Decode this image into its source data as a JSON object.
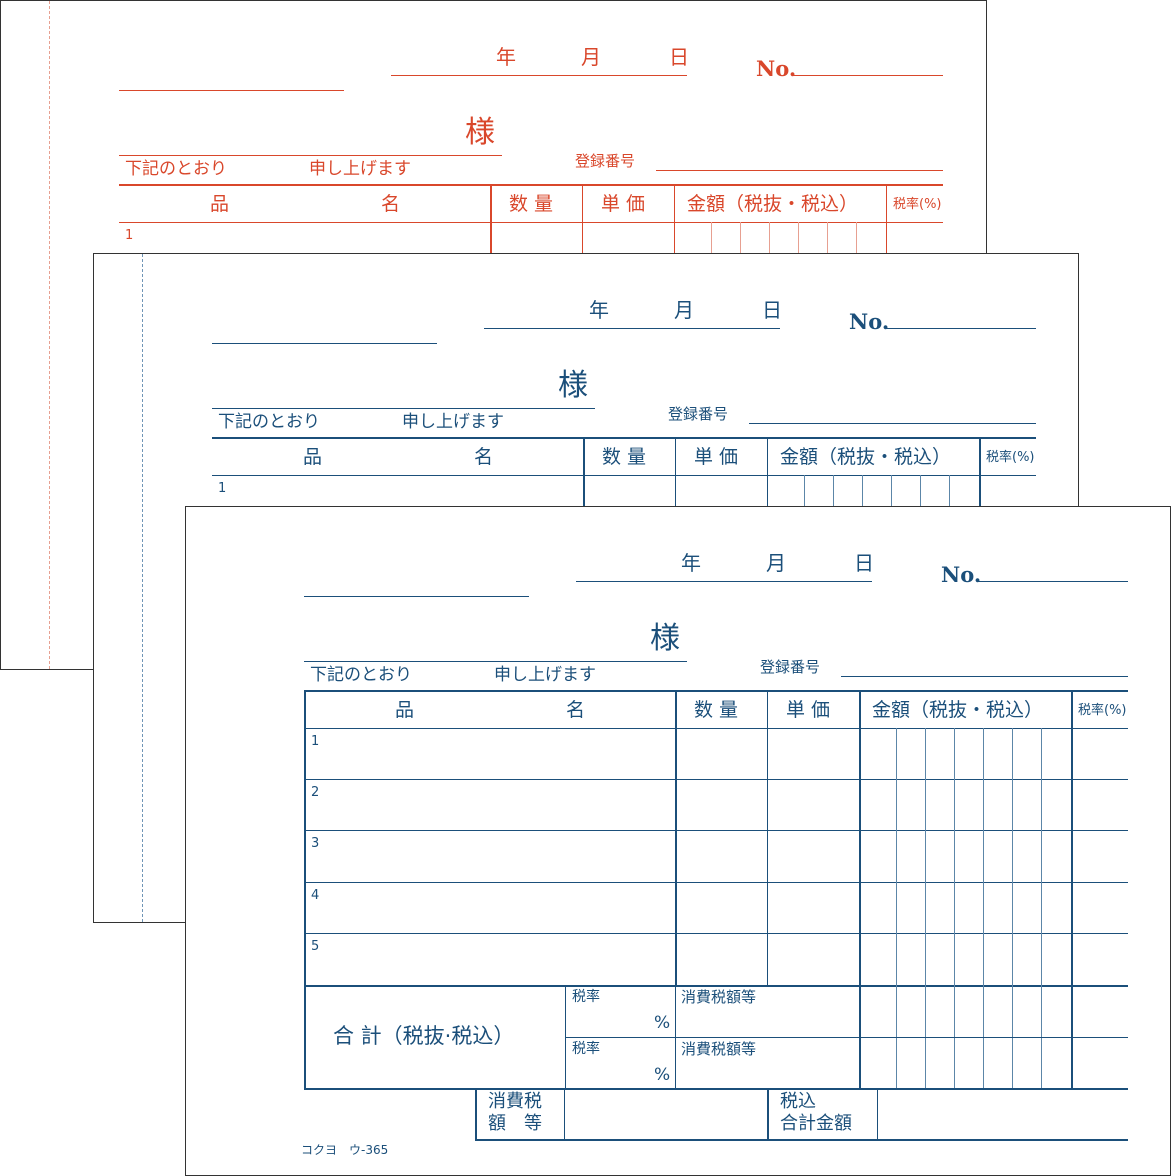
{
  "form": {
    "date_year": "年",
    "date_month": "月",
    "date_day": "日",
    "no_label": "No.",
    "sama": "様",
    "greeting_left": "下記のとおり",
    "greeting_right": "申し上げます",
    "registration_label": "登録番号",
    "col_item_a": "品",
    "col_item_b": "名",
    "col_qty": "数 量",
    "col_unit_price": "単 価",
    "col_amount": "金額（税抜・税込）",
    "col_tax_rate": "税率(%)",
    "rows": [
      "1",
      "2",
      "3",
      "4",
      "5"
    ],
    "total_label": "合 計（税抜·税込）",
    "tax_rate_label": "税率",
    "percent": "%",
    "consumption_tax_label": "消費税額等",
    "footer_tax_a": "消費税",
    "footer_tax_b": "額　等",
    "footer_total_a": "税込",
    "footer_total_b": "合計金額",
    "product_code": "コクヨ　ウ-365"
  },
  "colors": {
    "top_copy": "#d9472b",
    "lower_copies": "#1b4f7a"
  }
}
